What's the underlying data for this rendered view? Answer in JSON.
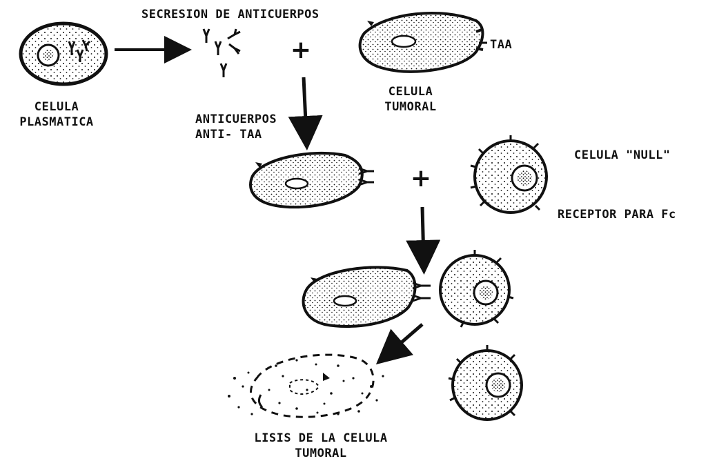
{
  "labels": {
    "secretion": "SECRESION DE ANTICUERPOS",
    "plasma_cell": [
      "CELULA",
      "PLASMATICA"
    ],
    "tumor_cell": [
      "CELULA",
      "TUMORAL"
    ],
    "taa": "TAA",
    "anti_taa": [
      "ANTICUERPOS",
      "ANTI- TAA"
    ],
    "null_cell": "CELULA \"NULL\"",
    "fc_receptor": "RECEPTOR PARA Fc",
    "lysis": [
      "LISIS DE LA CELULA",
      "TUMORAL"
    ]
  },
  "symbols": {
    "plus": "+",
    "antibody": "Y"
  },
  "colors": {
    "ink": "#111111",
    "cell_fill": "#d9d9d9",
    "paper": "#ffffff"
  }
}
